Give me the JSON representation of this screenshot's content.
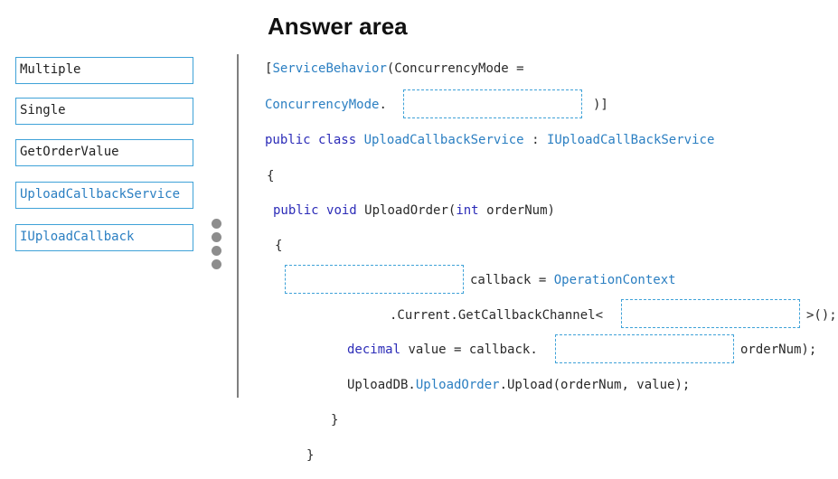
{
  "title": "Answer area",
  "options": [
    {
      "label": "Multiple"
    },
    {
      "label": "Single"
    },
    {
      "label": "GetOrderValue"
    },
    {
      "label": "UploadCallbackService"
    },
    {
      "label": "IUploadCallback"
    }
  ],
  "code": {
    "l1_bracket": "[",
    "l1_attr": "ServiceBehavior",
    "l1_rest": "(ConcurrencyMode =",
    "l2_type": "ConcurrencyMode",
    "l2_dot": ".",
    "l2_close": ")]",
    "l3_public": "public",
    "l3_class": "class",
    "l3_name": "UploadCallbackService",
    "l3_colon": ":",
    "l3_iface": "IUploadCallBackService",
    "l4_brace": "{",
    "l5_public": "public",
    "l5_void": "void",
    "l5_method": "UploadOrder(",
    "l5_int": "int",
    "l5_param": "orderNum)",
    "l6_brace": "{",
    "l7_text": "callback = ",
    "l7_type": "OperationContext",
    "l8_text": ".Current.GetCallbackChannel<",
    "l8_close": ">();",
    "l9_decimal": "decimal",
    "l9_text": "value = callback.",
    "l9_close": "orderNum);",
    "l10_a": "UploadDB.",
    "l10_type": "UploadOrder",
    "l10_b": ".Upload(orderNum, value);",
    "l11_brace": "}",
    "l12_brace": "}"
  },
  "colors": {
    "keyword": "#2c2cb8",
    "type": "#2b7fc2",
    "slot_border": "#3fa2d8"
  },
  "icons": [
    "drag-handle-icon"
  ]
}
